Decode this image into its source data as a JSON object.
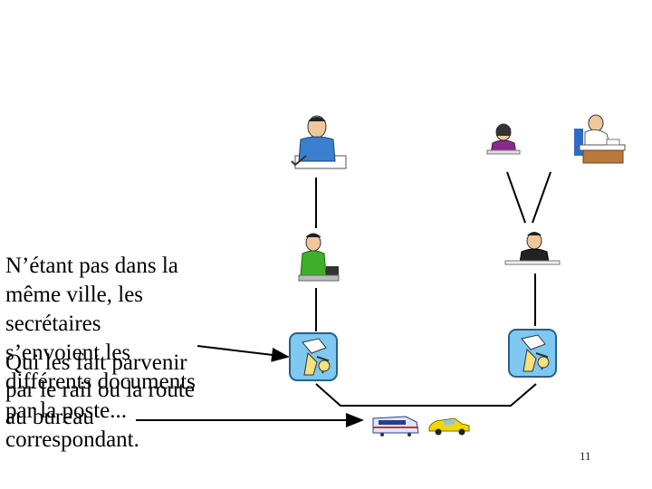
{
  "slide": {
    "text_back": [
      "N’étant pas dans la",
      "même ville, les",
      "secrétaires",
      "s’envoient les",
      "différents documents",
      "par la poste...",
      "correspondant."
    ],
    "text_front": [
      "Qui les fait parvenir",
      "par le rail ou la route",
      "au bureau"
    ],
    "slide_number": "11"
  },
  "icons": [
    "office-worker-writing-icon",
    "woman-on-phone-icon",
    "man-at-desk-icon",
    "secretary-computer-icon",
    "manager-at-desk-icon",
    "mail-carrier-left-icon",
    "mail-carrier-right-icon",
    "train-icon",
    "car-icon"
  ],
  "colors": {
    "line": "#000000",
    "mail_panel": "#7ec8f2",
    "shirt_blue": "#3b7fd0",
    "car_yellow": "#f2d600",
    "desk_brown": "#b9793a",
    "secretary_green": "#3fae2a"
  }
}
